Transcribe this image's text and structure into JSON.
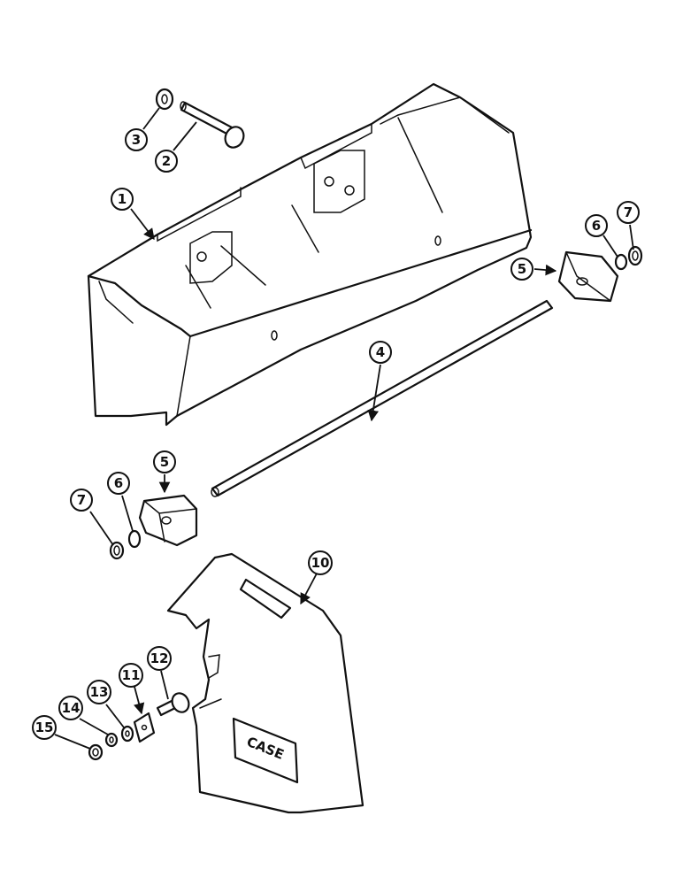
{
  "callouts": [
    {
      "id": "c1",
      "label": "1"
    },
    {
      "id": "c2",
      "label": "2"
    },
    {
      "id": "c3",
      "label": "3"
    },
    {
      "id": "c4",
      "label": "4"
    },
    {
      "id": "c5a",
      "label": "5"
    },
    {
      "id": "c5b",
      "label": "5"
    },
    {
      "id": "c6a",
      "label": "6"
    },
    {
      "id": "c6b",
      "label": "6"
    },
    {
      "id": "c7a",
      "label": "7"
    },
    {
      "id": "c7b",
      "label": "7"
    },
    {
      "id": "c10",
      "label": "10"
    },
    {
      "id": "c11",
      "label": "11"
    },
    {
      "id": "c12",
      "label": "12"
    },
    {
      "id": "c13",
      "label": "13"
    },
    {
      "id": "c14",
      "label": "14"
    },
    {
      "id": "c15",
      "label": "15"
    }
  ],
  "logo_text": "CASE"
}
